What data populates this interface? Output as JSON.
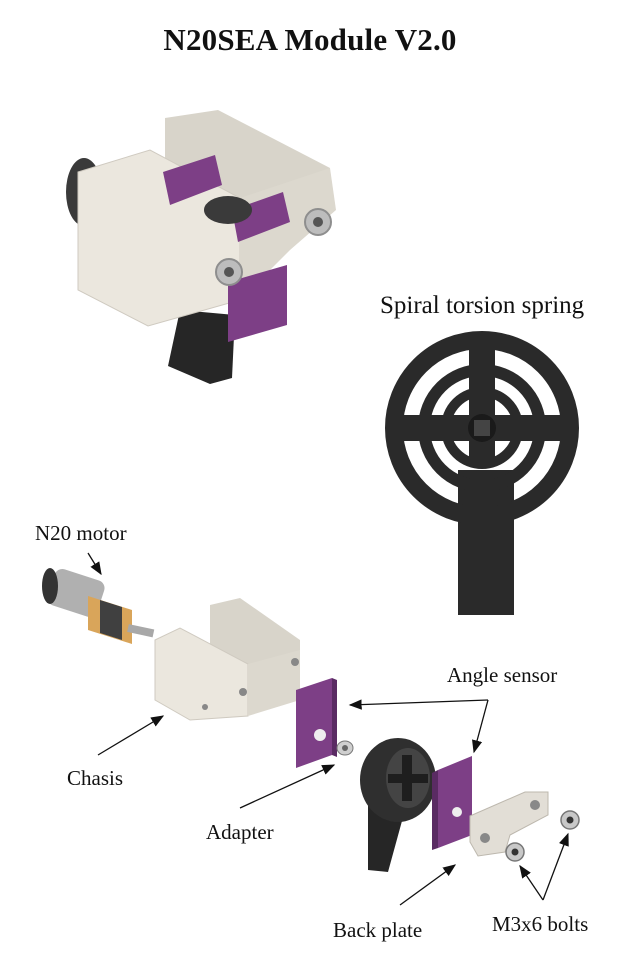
{
  "title": "N20SEA Module V2.0",
  "labels": {
    "spring": "Spiral torsion spring",
    "motor": "N20 motor",
    "chasis": "Chasis",
    "adapter": "Adapter",
    "angle_sensor": "Angle sensor",
    "back_plate": "Back plate",
    "bolts": "M3x6 bolts"
  },
  "colors": {
    "body": "#e9e5dc",
    "body_shade": "#cfcac0",
    "body_dark": "#b9b4aa",
    "purple": "#7d3f86",
    "purple_dark": "#5a2b63",
    "black": "#222222",
    "brass": "#d9a55a",
    "metal": "#a8a8a8"
  }
}
